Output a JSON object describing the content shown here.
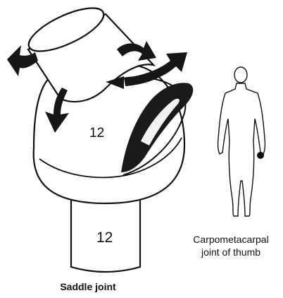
{
  "diagram": {
    "upper_bone_number": "12",
    "lower_bone_number": "12",
    "title": "Saddle joint",
    "caption_line1": "Carpometacarpal",
    "caption_line2": "joint of thumb"
  },
  "colors": {
    "ink": "#111111",
    "background": "#ffffff"
  }
}
